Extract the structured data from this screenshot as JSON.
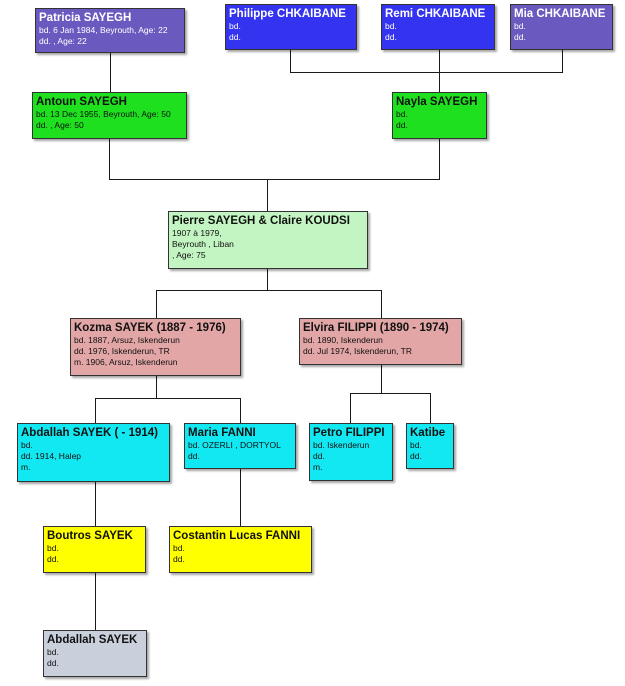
{
  "colors": {
    "blue": "#3434f0",
    "purple": "#6a5ac0",
    "green": "#1fe01f",
    "light_green": "#c2f5c2",
    "rose": "#e3a6a6",
    "cyan": "#12e8f2",
    "yellow": "#ffff00",
    "gray": "#c9d0dc"
  },
  "people": [
    {
      "id": "patricia",
      "name": "Patricia SAYEGH",
      "lines": [
        "bd. 6 Jan 1984, Beyrouth, Age: 22",
        "dd. , Age: 22"
      ],
      "color": "purple"
    },
    {
      "id": "philippe",
      "name": "Philippe CHKAIBANE",
      "lines": [
        "bd.",
        "dd."
      ],
      "color": "blue"
    },
    {
      "id": "remi",
      "name": "Remi CHKAIBANE",
      "lines": [
        "bd.",
        "dd."
      ],
      "color": "blue"
    },
    {
      "id": "mia",
      "name": "Mia CHKAIBANE",
      "lines": [
        "bd.",
        "dd."
      ],
      "color": "purple"
    },
    {
      "id": "antoun",
      "name": "Antoun SAYEGH",
      "lines": [
        "bd. 13 Dec 1955, Beyrouth, Age: 50",
        "dd. , Age: 50"
      ],
      "color": "green"
    },
    {
      "id": "nayla",
      "name": "Nayla SAYEGH",
      "lines": [
        "bd.",
        "dd."
      ],
      "color": "green"
    },
    {
      "id": "pierre",
      "name": "Pierre SAYEGH  & Claire KOUDSI",
      "lines": [
        "1907 à 1979,",
        "Beyrouth , Liban",
        ", Age: 75"
      ],
      "color": "light_green"
    },
    {
      "id": "kozma",
      "name": "Kozma SAYEK (1887 - 1976)",
      "lines": [
        "bd. 1887, Arsuz, Iskenderun",
        "dd. 1976, Iskenderun, TR",
        "m. 1906, Arsuz, Iskenderun"
      ],
      "color": "rose"
    },
    {
      "id": "elvira",
      "name": "Elvira FILIPPI (1890 - 1974)",
      "lines": [
        "bd. 1890, Iskenderun",
        "dd. Jul 1974, Iskenderun, TR"
      ],
      "color": "rose"
    },
    {
      "id": "abdallah1",
      "name": "Abdallah SAYEK ( - 1914)",
      "lines": [
        "bd.",
        "dd. 1914, Halep",
        "m."
      ],
      "color": "cyan"
    },
    {
      "id": "maria",
      "name": "Maria FANNI",
      "lines": [
        "bd. OZERLI , DORTYOL",
        "dd."
      ],
      "color": "cyan"
    },
    {
      "id": "petro",
      "name": "Petro FILIPPI",
      "lines": [
        "bd. Iskenderun",
        "dd.",
        "m."
      ],
      "color": "cyan"
    },
    {
      "id": "katibe",
      "name": "Katibe",
      "lines": [
        "bd.",
        "dd."
      ],
      "color": "cyan"
    },
    {
      "id": "boutros",
      "name": "Boutros SAYEK",
      "lines": [
        "bd.",
        "dd."
      ],
      "color": "yellow"
    },
    {
      "id": "costantin",
      "name": "Costantin Lucas FANNI",
      "lines": [
        "bd.",
        "dd."
      ],
      "color": "yellow"
    },
    {
      "id": "abdallah2",
      "name": "Abdallah SAYEK",
      "lines": [
        "bd.",
        "dd."
      ],
      "color": "gray"
    }
  ]
}
